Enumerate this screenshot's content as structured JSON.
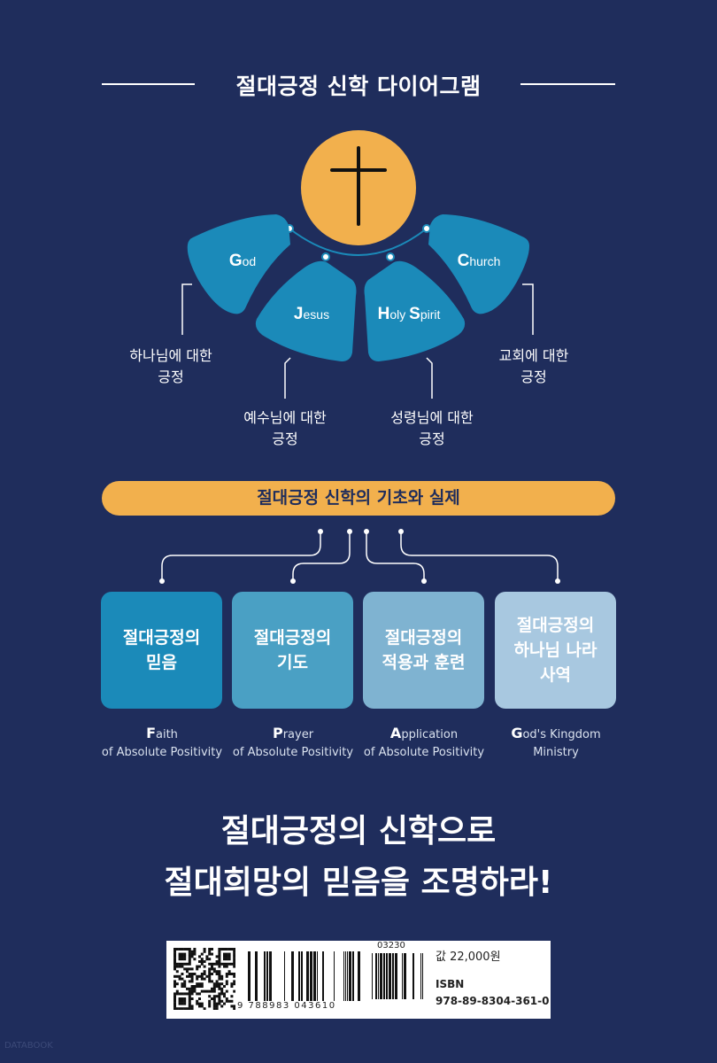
{
  "title": "절대긍정 신학 다이어그램",
  "arcs": [
    {
      "initial": "G",
      "rest": "od"
    },
    {
      "initial": "J",
      "rest": "esus"
    },
    {
      "initial": "H",
      "rest": "oly ",
      "initial2": "S",
      "rest2": "pirit"
    },
    {
      "initial": "C",
      "rest": "hurch"
    }
  ],
  "captions": [
    "하나님에 대한\n긍정",
    "예수님에 대한\n긍정",
    "성령님에 대한\n긍정",
    "교회에 대한\n긍정"
  ],
  "foundation": "절대긍정 신학의 기초와 실제",
  "cards": [
    {
      "label": "절대긍정의\n믿음",
      "initial": "F",
      "rest": "aith",
      "sub": "of Absolute Positivity",
      "color": "#1b8ab9"
    },
    {
      "label": "절대긍정의\n기도",
      "initial": "P",
      "rest": "rayer",
      "sub": "of Absolute Positivity",
      "color": "#4aa0c4"
    },
    {
      "label": "절대긍정의\n적용과 훈련",
      "initial": "A",
      "rest": "pplication",
      "sub": "of Absolute Positivity",
      "color": "#7fb3d1"
    },
    {
      "label": "절대긍정의\n하나님 나라\n사역",
      "initial": "G",
      "rest": "od's Kingdom",
      "sub": "Ministry",
      "color": "#a8c8e0"
    }
  ],
  "slogan": [
    "절대긍정의 신학으로",
    "절대희망의 믿음을 조명하라!"
  ],
  "barcode": {
    "price": "값 22,000원",
    "isbn_label": "ISBN",
    "isbn": "978-89-8304-361-0",
    "ean_digits": "9 788983 043610",
    "addon": "03230"
  },
  "watermark": "DATABOOK",
  "colors": {
    "background": "#1f2d5c",
    "accent": "#f2b04d",
    "arc": "#1b8ab9"
  }
}
